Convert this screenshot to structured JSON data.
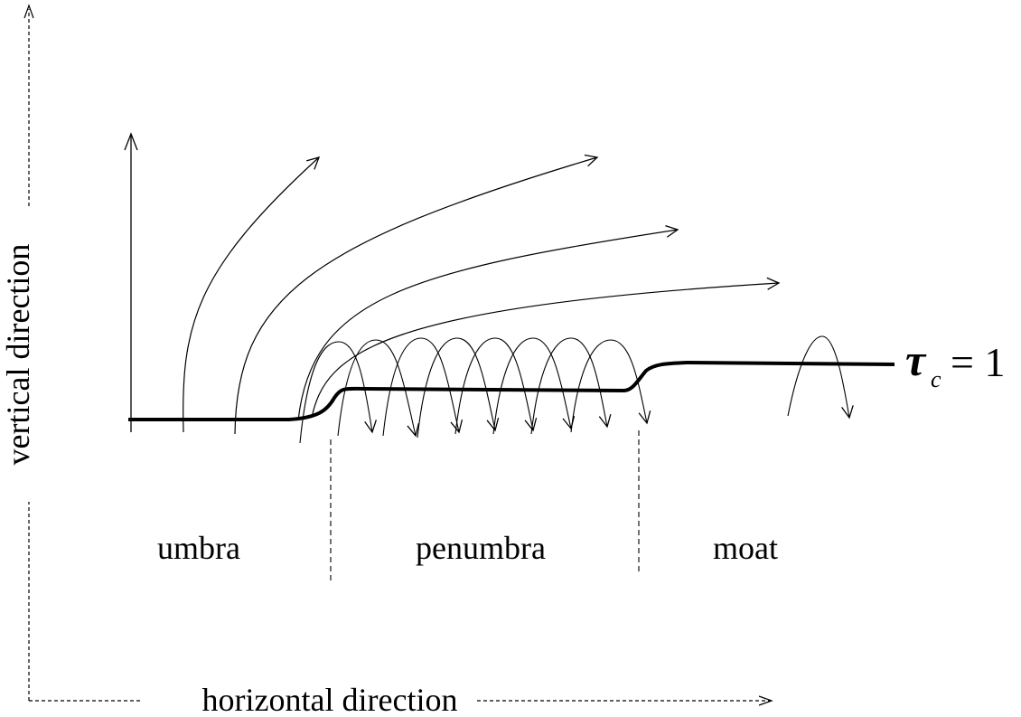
{
  "diagram": {
    "regions": {
      "umbra": "umbra",
      "penumbra": "penumbra",
      "moat": "moat"
    },
    "axes": {
      "vertical": "vertical direction",
      "horizontal": "horizontal direction"
    },
    "surface_label": {
      "symbol": "τ",
      "subscript": "c",
      "rest": "= 1"
    },
    "colors": {
      "ink": "#000000",
      "background": "#ffffff"
    }
  }
}
